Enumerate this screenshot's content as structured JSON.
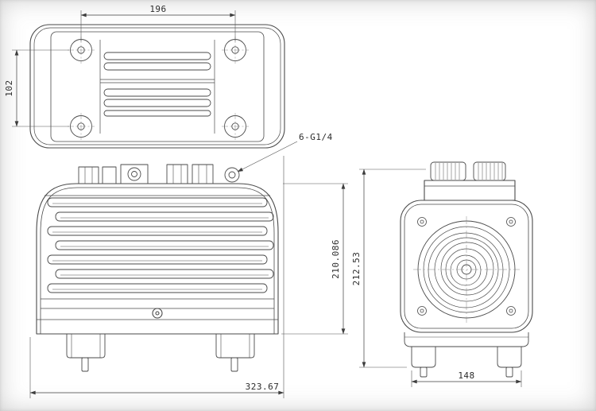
{
  "drawing": {
    "dimensions": {
      "top_width": "196",
      "top_depth": "102",
      "overall_length": "323.67",
      "front_height": "210.086",
      "side_height": "212.53",
      "foot_span": "148"
    },
    "labels": {
      "port_callout": "6-G1/4"
    }
  }
}
